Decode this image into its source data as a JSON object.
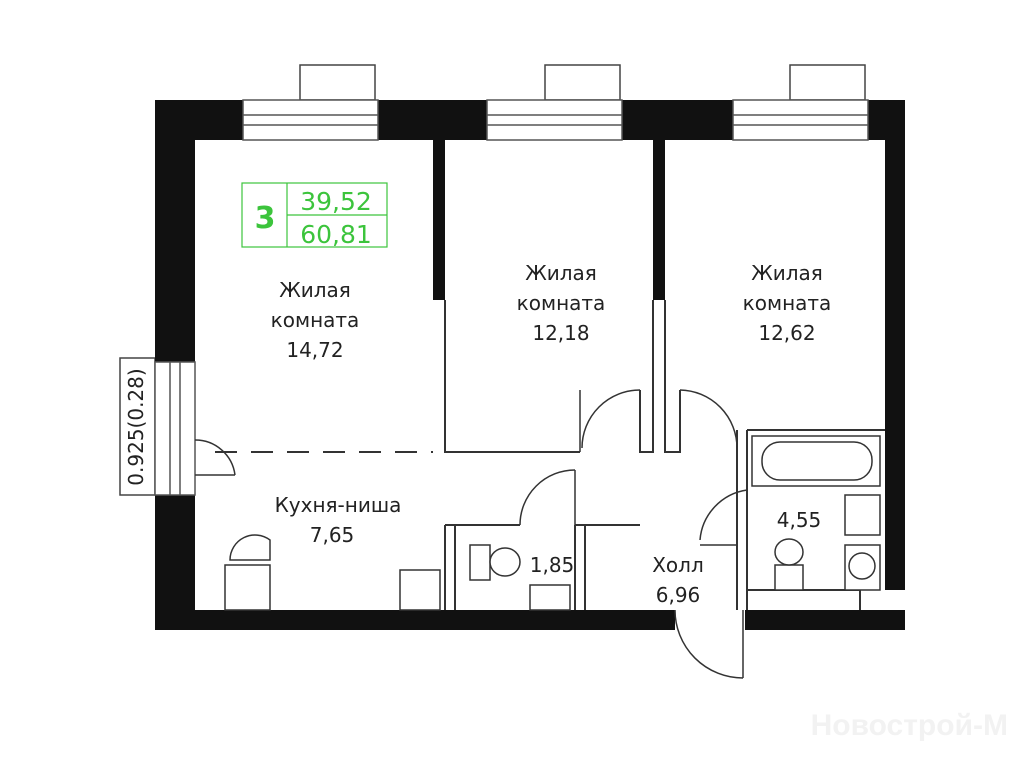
{
  "badge": {
    "rooms": "3",
    "living_area": "39,52",
    "total_area": "60,81",
    "color": "#3cc43c"
  },
  "rooms": [
    {
      "name": "Жилая",
      "name2": "комната",
      "area": "14,72"
    },
    {
      "name": "Жилая",
      "name2": "комната",
      "area": "12,18"
    },
    {
      "name": "Жилая",
      "name2": "комната",
      "area": "12,62"
    },
    {
      "name": "Кухня-ниша",
      "area": "7,65"
    },
    {
      "area": "1,85"
    },
    {
      "name": "Холл",
      "area": "6,96"
    },
    {
      "area": "4,55"
    }
  ],
  "window_label": "0.925(0.28)",
  "watermark": "Новострой-М"
}
